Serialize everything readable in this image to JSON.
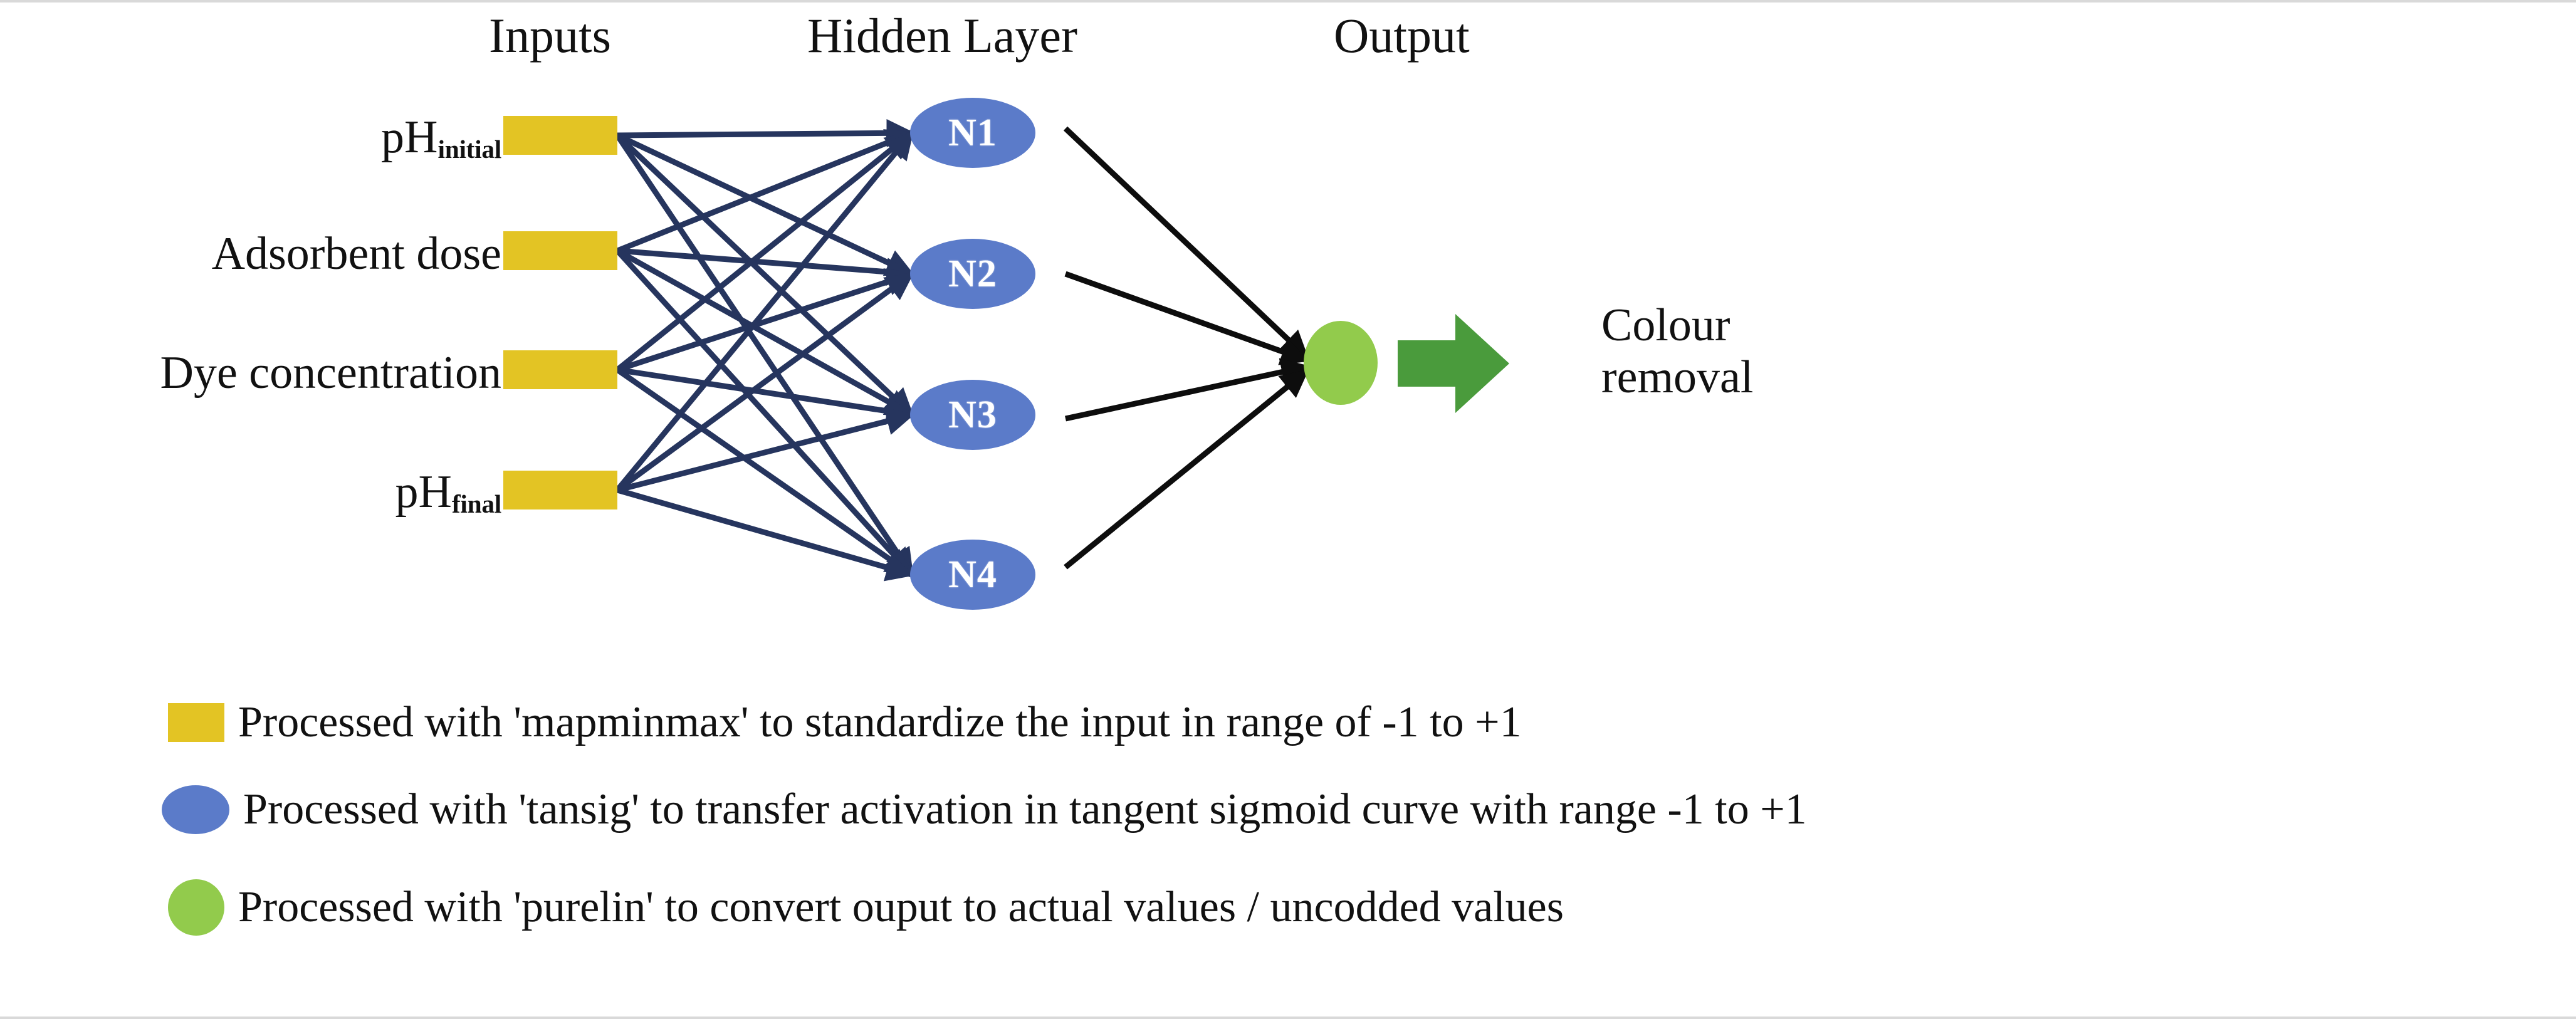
{
  "headers": {
    "inputs": "Inputs",
    "hidden": "Hidden Layer",
    "output": "Output"
  },
  "inputs": [
    {
      "label_main": "pH",
      "label_sub": "initial",
      "name": "ph-initial"
    },
    {
      "label_main": "Adsorbent dose",
      "label_sub": "",
      "name": "adsorbent-dose"
    },
    {
      "label_main": "Dye concentration",
      "label_sub": "",
      "name": "dye-concentration"
    },
    {
      "label_main": "pH",
      "label_sub": "final",
      "name": "ph-final"
    }
  ],
  "hidden_nodes": [
    {
      "label": "N1"
    },
    {
      "label": "N2"
    },
    {
      "label": "N3"
    },
    {
      "label": "N4"
    }
  ],
  "output": {
    "label_line1": "Colour",
    "label_line2": "removal"
  },
  "legend": [
    {
      "swatch": "yellow-rectangle",
      "text": "Processed with 'mapminmax' to standardize the input in range of -1 to +1"
    },
    {
      "swatch": "blue-ellipse",
      "text": "Processed with 'tansig' to transfer activation in tangent sigmoid curve with range -1 to +1"
    },
    {
      "swatch": "green-circle",
      "text": "Processed with 'purelin' to convert ouput to actual values / uncodded values"
    }
  ],
  "colors": {
    "input_yellow": "#e3c424",
    "hidden_blue": "#5b7bc9",
    "output_green": "#92cb4c",
    "arrow_green": "#4a9b3c",
    "edge_navy": "#26355e"
  },
  "chart_data": {
    "type": "diagram",
    "title": "Artificial neural network architecture",
    "architecture": "4-4-1 feed-forward network",
    "layers": [
      {
        "name": "Inputs",
        "count": 4,
        "nodes": [
          "pH initial",
          "Adsorbent dose",
          "Dye concentration",
          "pH final"
        ],
        "transfer": "mapminmax"
      },
      {
        "name": "Hidden Layer",
        "count": 4,
        "nodes": [
          "N1",
          "N2",
          "N3",
          "N4"
        ],
        "transfer": "tansig"
      },
      {
        "name": "Output",
        "count": 1,
        "nodes": [
          "Colour removal"
        ],
        "transfer": "purelin"
      }
    ],
    "connections": "fully connected: 4x4 input-to-hidden, 4x1 hidden-to-output"
  }
}
